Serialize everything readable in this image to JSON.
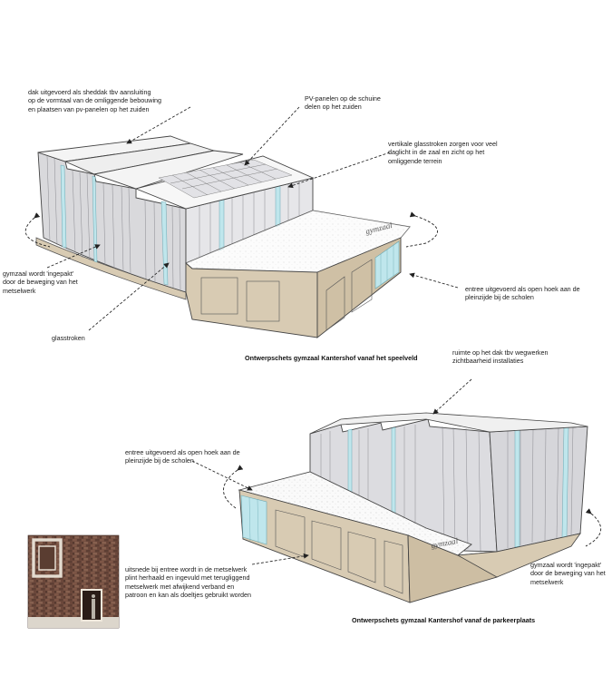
{
  "sketch_top": {
    "caption": "Ontwerpschets gymzaal Kantershof vanaf het speelveld",
    "notes": {
      "roof_sheddak": [
        "dak uitgevoerd als sheddak tbv aansluiting",
        "op de vormtaal van de omliggende bebouwing",
        "en plaatsen van pv-panelen op het zuiden"
      ],
      "pv_panels": [
        "PV-panelen op de schuine",
        "delen op het zuiden"
      ],
      "vertical_glass": [
        "vertikale glasstroken zorgen voor veel",
        "daglicht in de zaal en zicht op het",
        "omliggende terrein"
      ],
      "gym_wrapped": [
        "gymzaal wordt 'ingepakt'",
        "door de beweging van het",
        "metselwerk"
      ],
      "entrance_corner": [
        "entree uitgevoerd als open hoek aan de",
        "pleinzijde bij de scholen"
      ],
      "glass_strips": [
        "glasstroken"
      ]
    },
    "facade_lettering": "gymzaal"
  },
  "sketch_bottom": {
    "caption": "Ontwerpschets gymzaal Kantershof vanaf de parkeerplaats",
    "notes": {
      "roof_space": [
        "ruimte op het dak tbv wegwerken",
        "zichtbaarheid installaties"
      ],
      "entrance_corner": [
        "entree uitgevoerd als open hoek aan de",
        "pleinzijde bij de scholen"
      ],
      "plinth_detail": [
        "uitsnede bij entree wordt in de metselwerk",
        "plint herhaald en ingevuld met terugliggend",
        "metselwerk met afwijkend verband en",
        "patroon en kan als doeltjes gebruikt worden"
      ],
      "gym_wrapped": [
        "gymzaal wordt 'ingepakt'",
        "door de beweging van het",
        "metselwerk"
      ]
    },
    "facade_lettering": "gymzaal"
  },
  "colors": {
    "cladding": "#d9d9dc",
    "masonry": "#d8cbb3",
    "glass": "#bfe6ec",
    "roof": "#fafafa",
    "brick_photo": "#6b4a3c"
  }
}
